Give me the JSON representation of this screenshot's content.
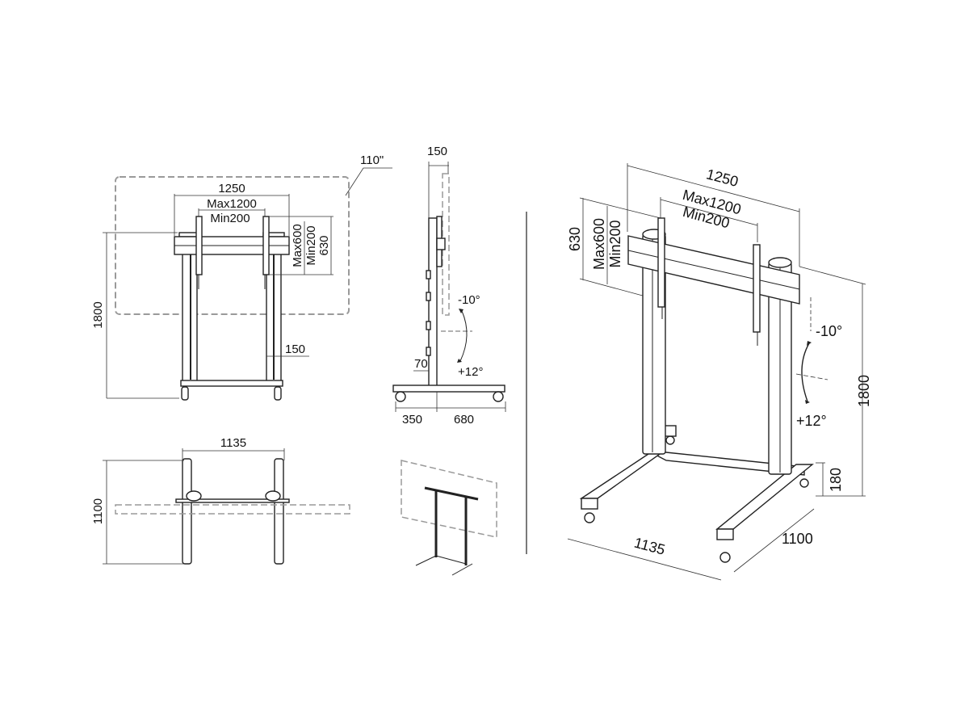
{
  "front_view": {
    "screen_size": "110\"",
    "width": "1250",
    "vesa_h_max": "Max1200",
    "vesa_h_min": "Min200",
    "vesa_v_max": "Max600",
    "vesa_v_min": "Min200",
    "bracket_height": "630",
    "height": "1800",
    "post_width": "150"
  },
  "side_view": {
    "depth_top": "150",
    "tilt_up": "-10°",
    "tilt_down": "+12°",
    "offset": "70",
    "base_front": "350",
    "base_rear": "680"
  },
  "top_view": {
    "width": "1135",
    "depth": "1100"
  },
  "iso_view": {
    "width": "1250",
    "vesa_h_max": "Max1200",
    "vesa_h_min": "Min200",
    "bracket_height": "630",
    "vesa_v_max": "Max600",
    "vesa_v_min": "Min200",
    "tilt_up": "-10°",
    "tilt_down": "+12°",
    "height": "1800",
    "base_height": "180",
    "base_width": "1135",
    "base_depth": "1100"
  }
}
